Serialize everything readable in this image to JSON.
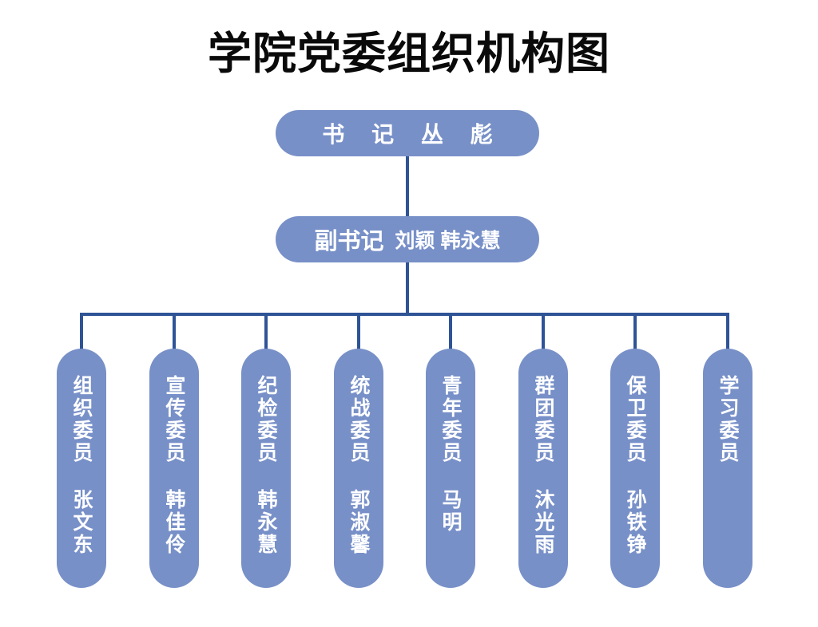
{
  "title": "学院党委组织机构图",
  "colors": {
    "node_fill": "#7890c8",
    "connector": "#2f5496",
    "node_text": "#ffffff",
    "title_text": "#0a0a0a"
  },
  "secretary": {
    "label": "书 记 丛 彪"
  },
  "deputy": {
    "role": "副书记",
    "names": "刘颖 韩永慧"
  },
  "committees": [
    {
      "label": "组织委员 张文东"
    },
    {
      "label": "宣传委员 韩佳伶"
    },
    {
      "label": "纪检委员 韩永慧"
    },
    {
      "label": "统战委员 郭淑馨"
    },
    {
      "label": "青年委员 马明"
    },
    {
      "label": "群团委员 沐光雨"
    },
    {
      "label": "保卫委员 孙铁铮"
    },
    {
      "label": "学习委员"
    }
  ]
}
